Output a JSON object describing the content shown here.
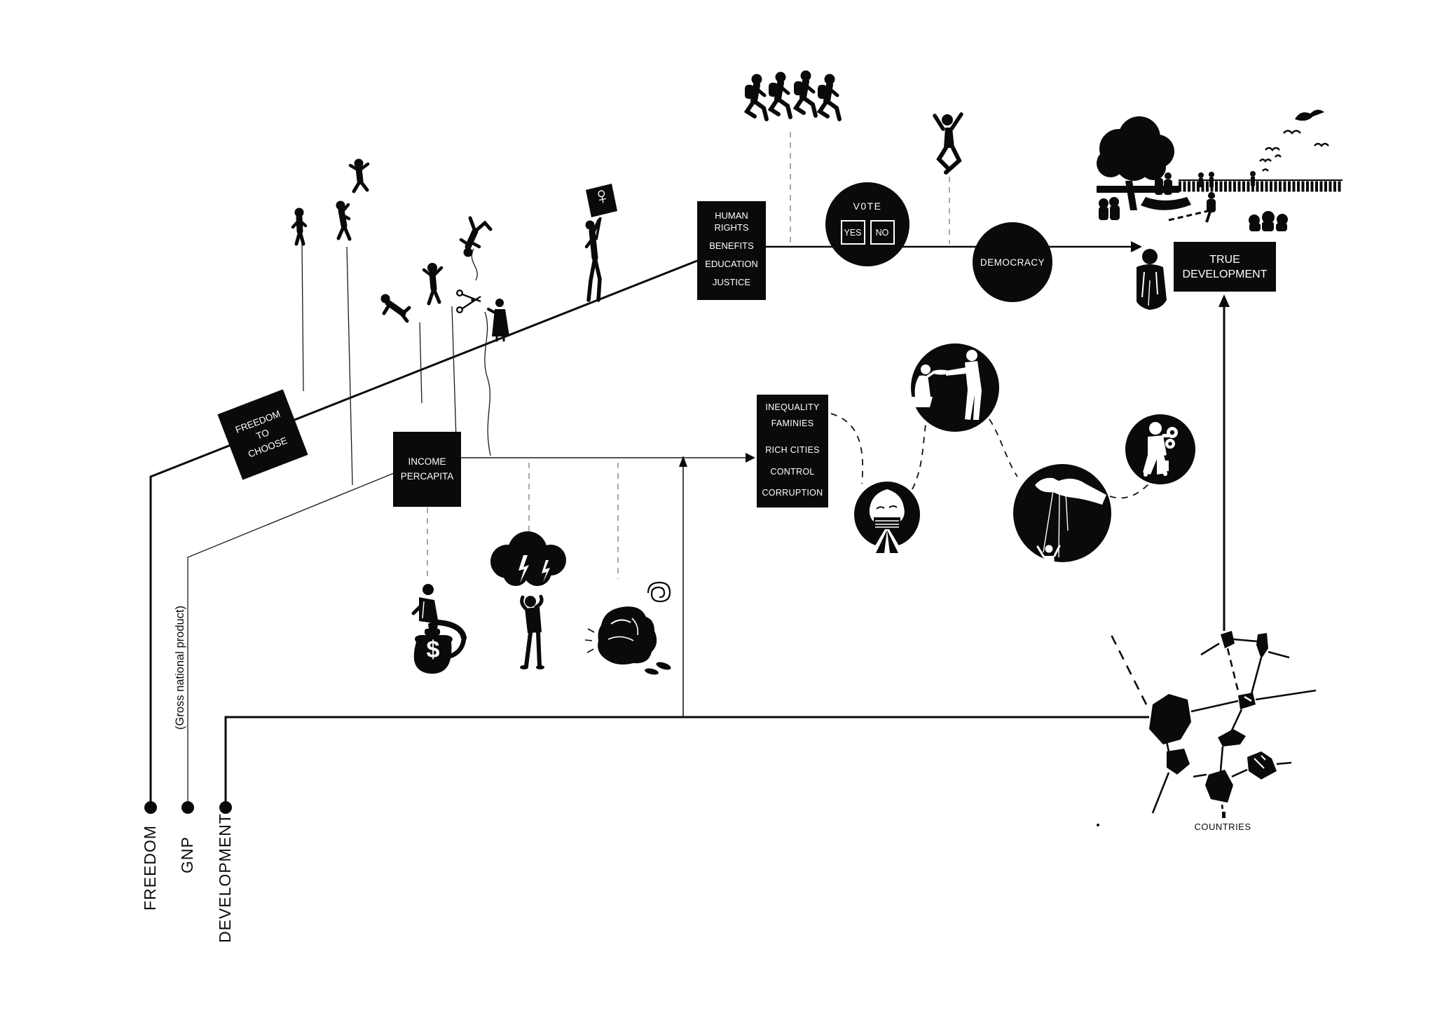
{
  "canvas": {
    "background": "#ffffff",
    "ink": "#0a0a0a"
  },
  "axis_labels": {
    "freedom": "FREEDOM",
    "gnp": "GNP",
    "gnp_note": "(Gross national product)",
    "development": "DEVELOPMENT"
  },
  "boxes": {
    "freedom_to_choose": {
      "line1": "FREEDOM",
      "line2": "TO",
      "line3": "CHOOSE"
    },
    "income_percapita": {
      "line1": "INCOME",
      "line2": "PERCAPITA"
    },
    "human_rights": {
      "line1": "HUMAN",
      "line2": "RIGHTS",
      "line3": "BENEFITS",
      "line4": "EDUCATION",
      "line5": "JUSTICE"
    },
    "inequality": {
      "line1": "INEQUALITY",
      "line2": "FAMINIES",
      "line3": "RICH CITIES",
      "line4": "CONTROL",
      "line5": "CORRUPTION"
    },
    "true_development": {
      "line1": "TRUE",
      "line2": "DEVELOPMENT"
    }
  },
  "nodes": {
    "vote": {
      "title": "V0TE",
      "yes": "YES",
      "no": "NO"
    },
    "democracy": {
      "label": "DEMOCRACY"
    }
  },
  "network": {
    "label": "COUNTRIES"
  },
  "symbols": {
    "money_bag": "$",
    "protest_sign": "♀"
  }
}
